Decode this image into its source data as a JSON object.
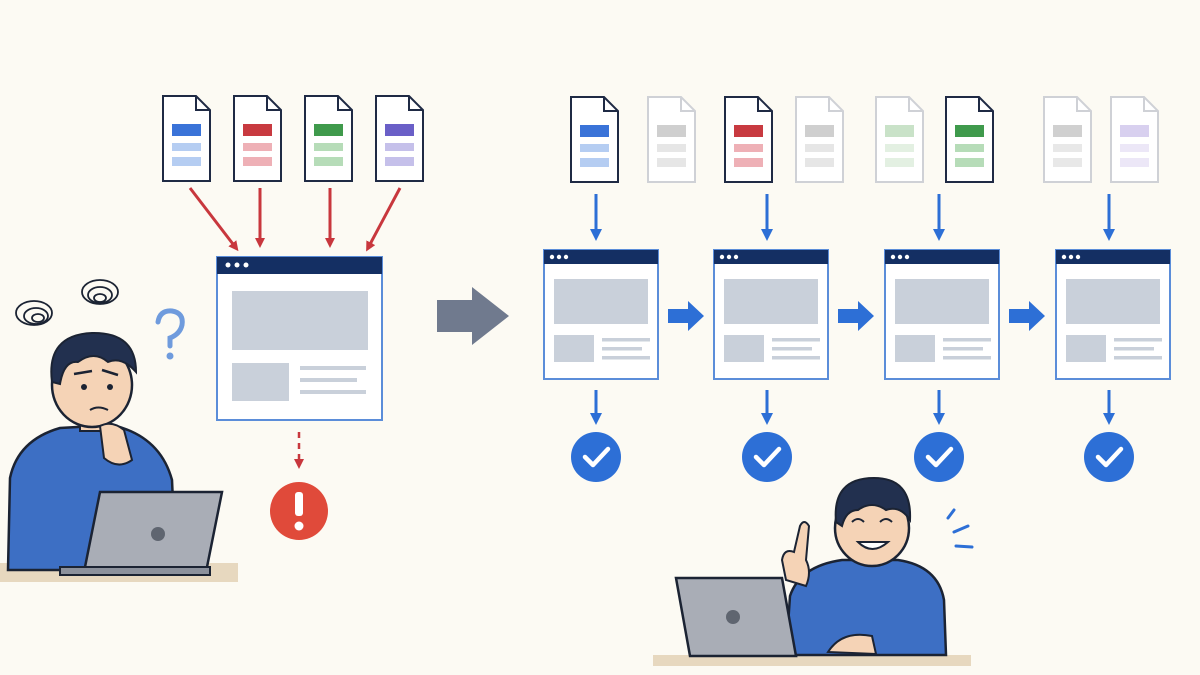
{
  "scene": {
    "background": "#fcfaf3",
    "before": {
      "label": "",
      "documents": [
        {
          "icon": "document-icon",
          "color": "#3a73d8",
          "light": "#b5cdf2",
          "state": "active"
        },
        {
          "icon": "document-icon",
          "color": "#c83a40",
          "light": "#eeb0b6",
          "state": "active"
        },
        {
          "icon": "document-icon",
          "color": "#3f9a4c",
          "light": "#b6dcb8",
          "state": "active"
        },
        {
          "icon": "document-icon",
          "color": "#6a5fc7",
          "light": "#c5c0ea",
          "state": "active"
        }
      ],
      "arrow_color": "#c8373d",
      "window": {
        "icon": "browser-window-icon",
        "state": "overloaded"
      },
      "result": {
        "icon": "error-alert-icon",
        "color": "#e04a3a",
        "glyph": "!"
      },
      "person": {
        "mood": "confused",
        "props": [
          "scribble-icon",
          "scribble-icon",
          "question-mark-icon",
          "laptop-icon"
        ]
      }
    },
    "transition": {
      "icon": "right-arrow-icon",
      "color": "#707a8e"
    },
    "after": {
      "label": "",
      "arrow_color": "#2d6fd6",
      "check_color": "#2d6fd6",
      "steps": [
        {
          "active_doc": {
            "color": "#3a73d8",
            "light": "#b5cdf2"
          },
          "faded_doc": {
            "color": "#cfcfcf",
            "light": "#e6e6e6"
          },
          "result": "check-icon"
        },
        {
          "active_doc": {
            "color": "#c83a40",
            "light": "#eeb0b6"
          },
          "faded_doc": {
            "color": "#cfcfcf",
            "light": "#e6e6e6"
          },
          "result": "check-icon"
        },
        {
          "active_doc": {
            "color": "#3f9a4c",
            "light": "#b6dcb8"
          },
          "faded_doc": {
            "color": "#c9e2c8",
            "light": "#e3f0e2"
          },
          "result": "check-icon"
        },
        {
          "active_doc": {
            "color": "#d0d0d0",
            "light": "#e8e8e8"
          },
          "faded_doc": {
            "color": "#d8d0ef",
            "light": "#ece7f7"
          },
          "result": "check-icon"
        }
      ],
      "person": {
        "mood": "pleased",
        "props": [
          "idea-spark-icon",
          "laptop-icon"
        ]
      }
    }
  }
}
